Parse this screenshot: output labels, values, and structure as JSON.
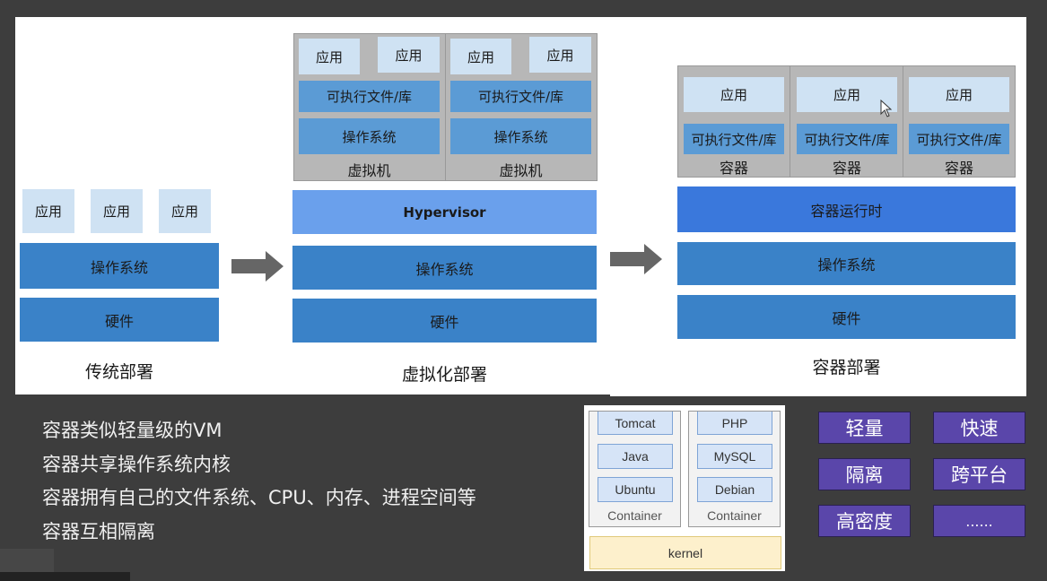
{
  "traditional": {
    "apps": [
      "应用",
      "应用",
      "应用"
    ],
    "os": "操作系统",
    "hardware": "硬件",
    "caption": "传统部署"
  },
  "virtualization": {
    "vms": [
      {
        "apps": [
          "应用",
          "应用"
        ],
        "exe": "可执行文件/库",
        "os": "操作系统",
        "label": "虚拟机"
      },
      {
        "apps": [
          "应用",
          "应用"
        ],
        "exe": "可执行文件/库",
        "os": "操作系统",
        "label": "虚拟机"
      }
    ],
    "hypervisor": "Hypervisor",
    "os": "操作系统",
    "hardware": "硬件",
    "caption": "虚拟化部署"
  },
  "containerization": {
    "containers": [
      {
        "app": "应用",
        "exe": "可执行文件/库",
        "label": "容器"
      },
      {
        "app": "应用",
        "exe": "可执行文件/库",
        "label": "容器"
      },
      {
        "app": "应用",
        "exe": "可执行文件/库",
        "label": "容器"
      }
    ],
    "runtime": "容器运行时",
    "os": "操作系统",
    "hardware": "硬件",
    "caption": "容器部署"
  },
  "bullets": [
    "容器类似轻量级的VM",
    "容器共享操作系统内核",
    "容器拥有自己的文件系统、CPU、内存、进程空间等",
    "容器互相隔离"
  ],
  "container_panel": {
    "containers": [
      {
        "items": [
          "Tomcat",
          "Java",
          "Ubuntu"
        ],
        "label": "Container"
      },
      {
        "items": [
          "PHP",
          "MySQL",
          "Debian"
        ],
        "label": "Container"
      }
    ],
    "kernel": "kernel"
  },
  "features": [
    "轻量",
    "快速",
    "隔离",
    "跨平台",
    "高密度",
    "......"
  ],
  "colors": {
    "app": "#cfe2f3",
    "exe": "#5b9bd5",
    "os": "#3a82c8",
    "hypervisor": "#6aa0ec",
    "runtime": "#3a78dc",
    "feature_tag": "#5a46aa",
    "kernel": "#fdf0cc"
  }
}
